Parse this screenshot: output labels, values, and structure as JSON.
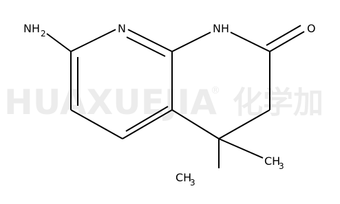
{
  "watermark": {
    "latin": "HUAXUEJIA",
    "registered": "®",
    "cjk": "化学加"
  },
  "atoms": {
    "nh2": {
      "main": "NH",
      "sub": "2"
    },
    "n_ring": {
      "main": "N"
    },
    "nh_ring": {
      "main": "NH"
    },
    "oxygen": {
      "main": "O"
    },
    "methyl_right": {
      "main": "CH",
      "sub": "3"
    },
    "methyl_bottom": {
      "main": "CH",
      "sub": "3"
    }
  },
  "colors": {
    "bond": "#000000",
    "watermark": "#ececec",
    "background": "#ffffff"
  }
}
